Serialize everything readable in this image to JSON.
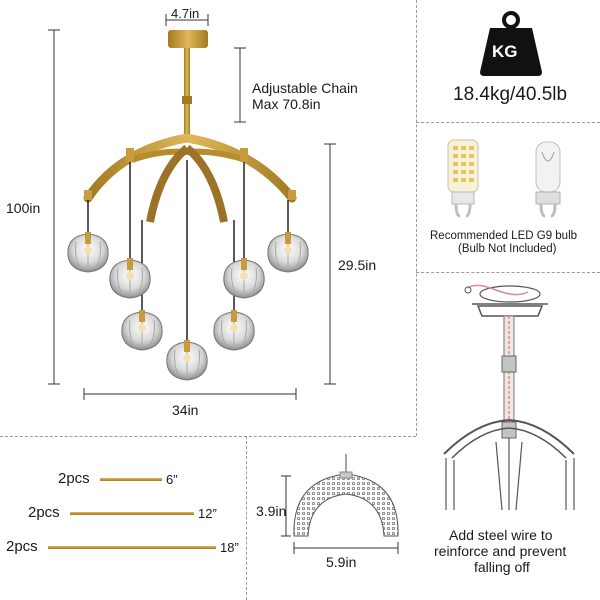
{
  "main": {
    "top_width": "4.7in",
    "chain_line1": "Adjustable Chain",
    "chain_line2": "Max 70.8in",
    "total_height": "100in",
    "fixture_height": "29.5in",
    "fixture_width": "34in"
  },
  "weight": {
    "badge": "KG",
    "value": "18.4kg/40.5lb"
  },
  "bulb": {
    "line1": "Recommended LED G9 bulb",
    "line2": "(Bulb Not Included)"
  },
  "wire": {
    "line1": "Add steel wire to",
    "line2": "reinforce and prevent",
    "line3": "falling off"
  },
  "rods": [
    {
      "qty": "2pcs",
      "length": "6”"
    },
    {
      "qty": "2pcs",
      "length": "12”"
    },
    {
      "qty": "2pcs",
      "length": "18”"
    }
  ],
  "shade": {
    "height": "3.9in",
    "width": "5.9in"
  },
  "colors": {
    "gold": "#c89b3c",
    "gold_dark": "#a37a22",
    "divider": "#9a9a9a"
  }
}
